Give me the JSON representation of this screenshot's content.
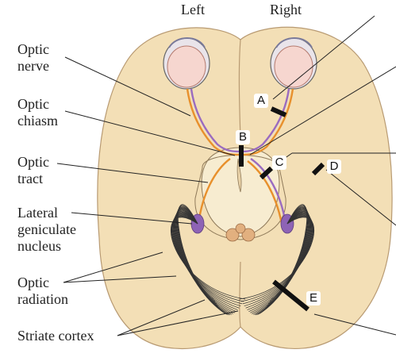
{
  "header": {
    "left": "Left",
    "right": "Right"
  },
  "labels": {
    "optic_nerve": [
      "Optic",
      "nerve"
    ],
    "optic_chiasm": [
      "Optic",
      "chiasm"
    ],
    "optic_tract": [
      "Optic",
      "tract"
    ],
    "lgn": [
      "Lateral",
      "geniculate",
      "nucleus"
    ],
    "optic_radiation": [
      "Optic",
      "radiation"
    ],
    "striate_cortex": [
      "Striate cortex"
    ]
  },
  "markers": {
    "a": "A",
    "b": "B",
    "c": "C",
    "d": "D",
    "e": "E"
  },
  "colors": {
    "brain": "#f3dfb6",
    "brain_stroke": "#b89a72",
    "midbrain": "#f7ecd0",
    "nerve_orange": "#e8902c",
    "nerve_purple": "#9a6bc0",
    "lgn": "#8e63b5",
    "lesion": "#111111"
  }
}
